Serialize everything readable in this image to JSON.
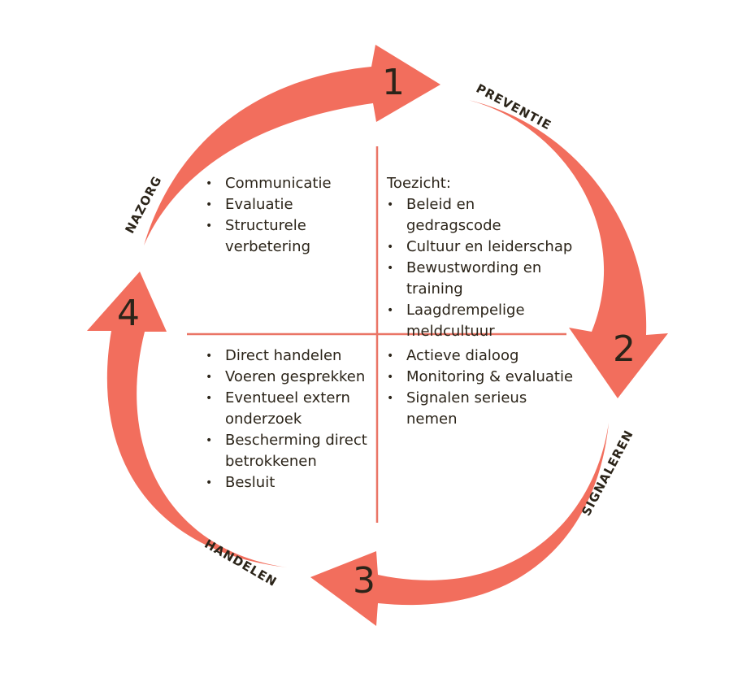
{
  "steps": [
    {
      "number": "1",
      "phase": "PREVENTIE"
    },
    {
      "number": "2",
      "phase": "SIGNALEREN"
    },
    {
      "number": "3",
      "phase": "HANDELEN"
    },
    {
      "number": "4",
      "phase": "NAZORG"
    }
  ],
  "quadrants": {
    "top_left": {
      "items": [
        "Communicatie",
        "Evaluatie",
        "Structurele verbetering"
      ]
    },
    "top_right": {
      "heading": "Toezicht:",
      "items": [
        "Beleid en gedragscode",
        "Cultuur en leiderschap",
        "Bewustwording en training",
        "Laagdrempelige meldcultuur"
      ]
    },
    "bottom_left": {
      "items": [
        "Direct handelen",
        "Voeren gesprekken",
        "Eventueel extern onderzoek",
        "Bescherming direct betrokkenen",
        "Besluit"
      ]
    },
    "bottom_right": {
      "items": [
        "Actieve dialoog",
        "Monitoring & evaluatie",
        "Signalen serieus nemen"
      ]
    }
  },
  "colors": {
    "arrow": "#f26e5d",
    "divider": "#ea7566",
    "text": "#2b2419"
  }
}
